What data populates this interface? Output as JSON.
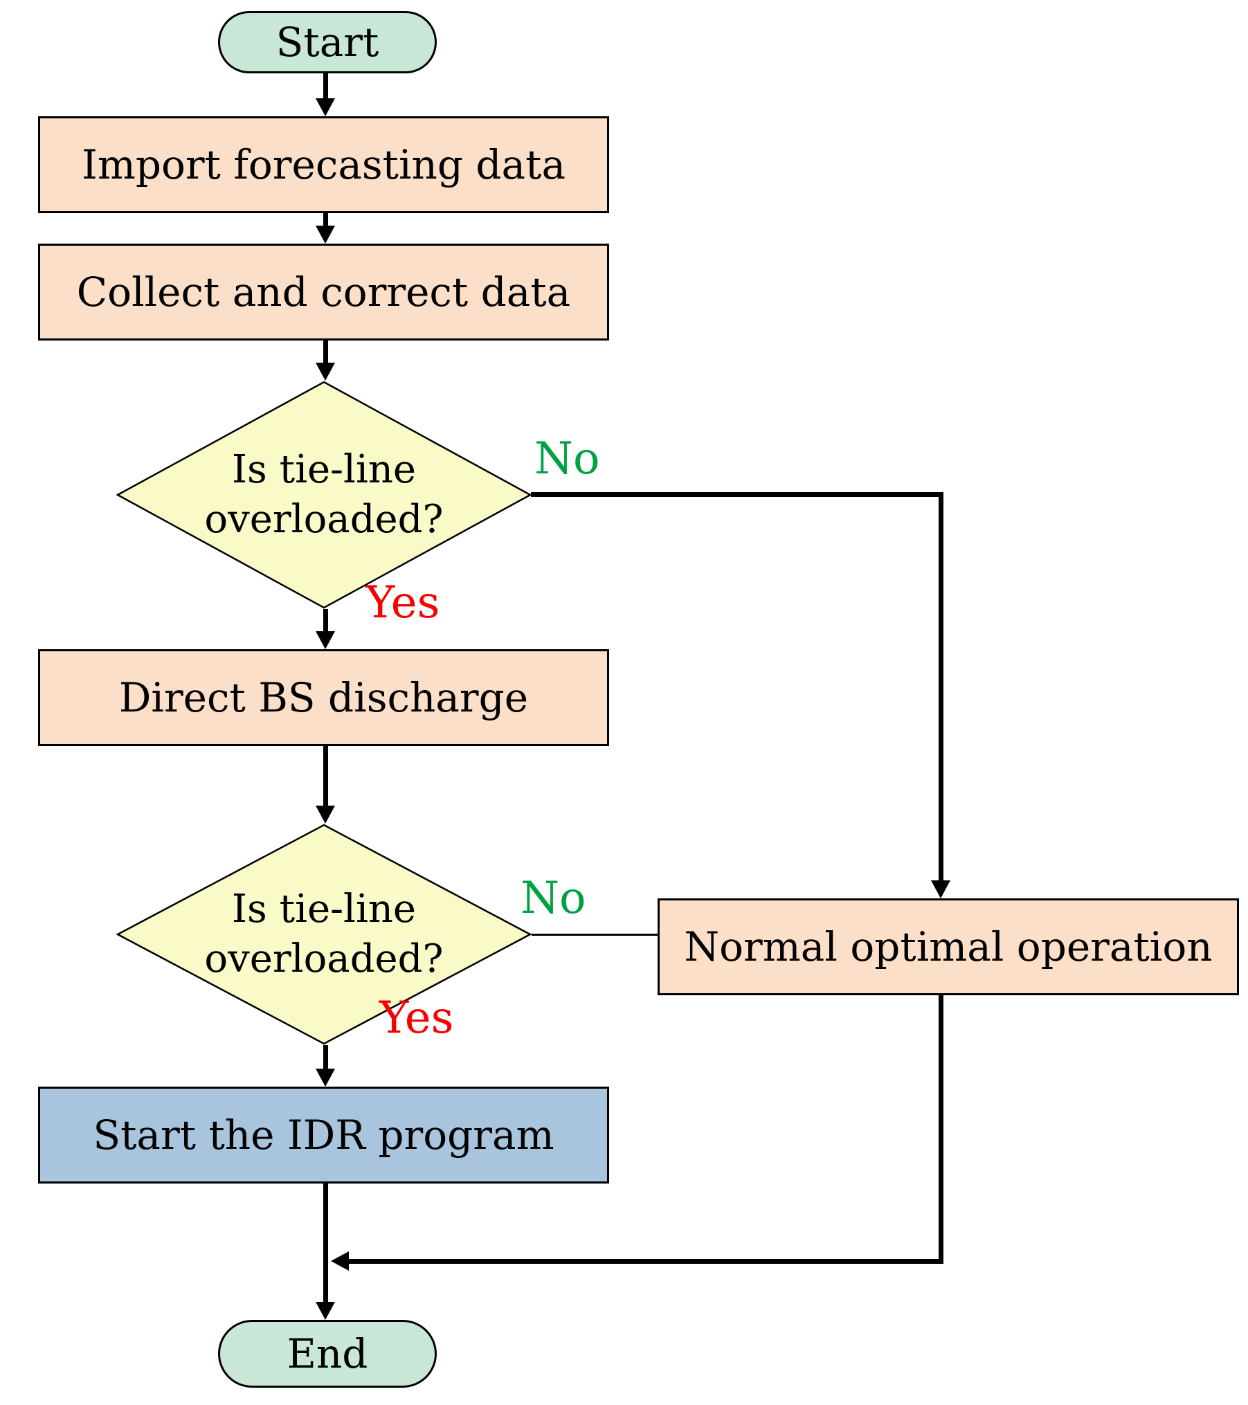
{
  "flowchart": {
    "nodes": {
      "start": {
        "label": "Start",
        "type": "terminator"
      },
      "import_data": {
        "label": "Import forecasting data",
        "type": "process"
      },
      "collect_data": {
        "label": "Collect and correct data",
        "type": "process"
      },
      "decision1": {
        "label_line1": "Is tie-line",
        "label_line2": "overloaded?",
        "type": "decision"
      },
      "direct_bs": {
        "label": "Direct BS discharge",
        "type": "process"
      },
      "decision2": {
        "label_line1": "Is tie-line",
        "label_line2": "overloaded?",
        "type": "decision"
      },
      "normal_operation": {
        "label": "Normal optimal operation",
        "type": "process"
      },
      "start_idr": {
        "label": "Start the IDR program",
        "type": "process-highlight"
      },
      "end": {
        "label": "End",
        "type": "terminator"
      }
    },
    "edges": {
      "no1": {
        "label": "No",
        "from": "decision1",
        "to": "normal_operation"
      },
      "yes1": {
        "label": "Yes",
        "from": "decision1",
        "to": "direct_bs"
      },
      "no2": {
        "label": "No",
        "from": "decision2",
        "to": "normal_operation"
      },
      "yes2": {
        "label": "Yes",
        "from": "decision2",
        "to": "start_idr"
      }
    },
    "colors": {
      "terminator_fill": "#c8e7d7",
      "process_fill": "#fcdfc8",
      "decision_fill": "#fafac8",
      "highlight_process_fill": "#a9c5dd",
      "no_label_color": "#00a143",
      "yes_label_color": "#f80000",
      "line_color": "#000000"
    }
  }
}
